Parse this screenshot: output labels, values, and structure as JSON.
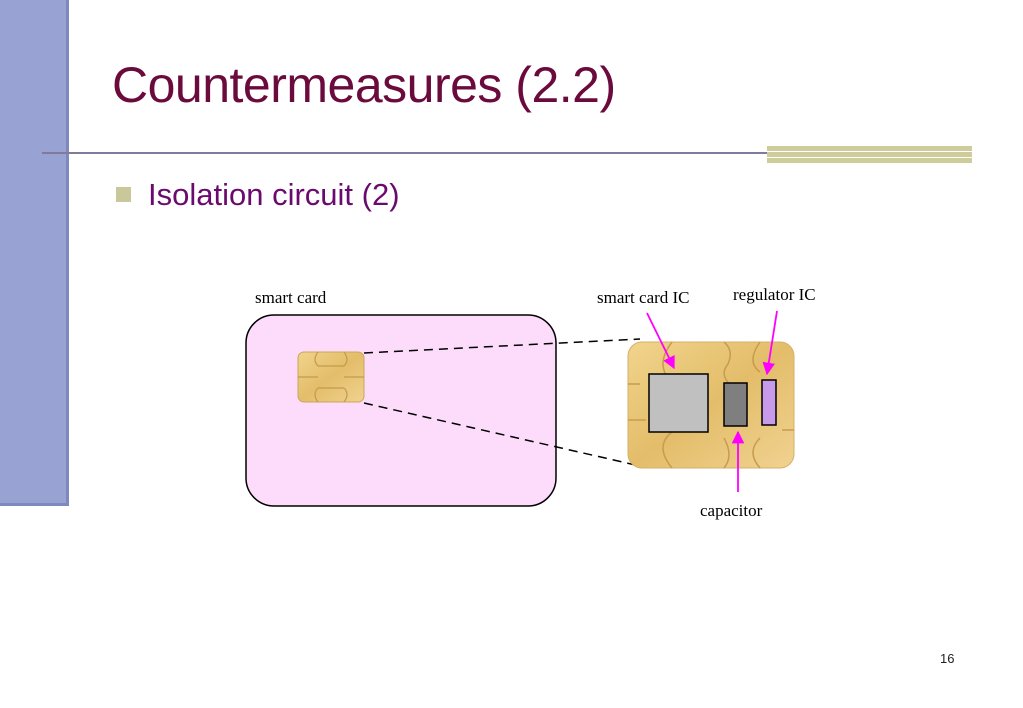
{
  "slide": {
    "title": "Countermeasures (2.2)",
    "bullet": "Isolation circuit (2)",
    "page_number": "16"
  },
  "diagram": {
    "labels": {
      "smart_card": "smart card",
      "smart_card_ic": "smart card IC",
      "regulator_ic": "regulator IC",
      "capacitor": "capacitor"
    },
    "colors": {
      "card_fill": "#fddcfb",
      "chip_gold": "#e3bd6a",
      "ic_fill": "#c0c0c0",
      "capacitor_fill": "#7f7f7f",
      "regulator_fill": "#c79bea",
      "arrow": "#ff00ff"
    }
  }
}
